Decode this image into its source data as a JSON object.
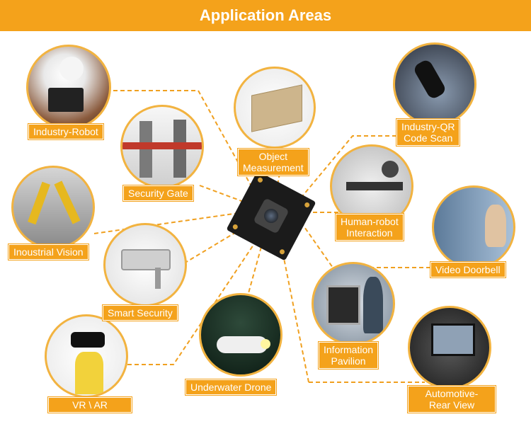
{
  "header": {
    "title": "Application Areas"
  },
  "labels": {
    "industry_robot": "Industry-Robot",
    "security_gate": "Security Gate",
    "object_measurement": "Object\nMeasurement",
    "industry_qr": "Industry-QR\nCode Scan",
    "industrial_vision": "Inoustrial Vision",
    "human_robot": "Human-robot\nInteraction",
    "video_doorbell": "Video Doorbell",
    "smart_security": "Smart Security",
    "information_pavilion": "Information\nPavilion",
    "vr_ar": "VR \\ AR",
    "underwater_drone": "Underwater Drone",
    "automotive": "Automotive-\nRear View"
  },
  "colors": {
    "accent": "#f4a21b",
    "ring": "#f2b340",
    "line": "#f0a020"
  }
}
